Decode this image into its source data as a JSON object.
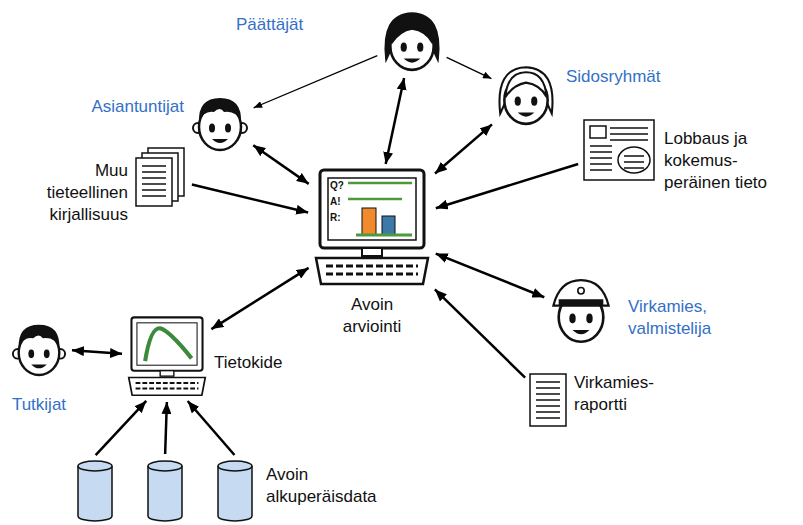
{
  "diagram": {
    "nodes": [
      {
        "text": [
          "Päättäjät"
        ]
      },
      {
        "text": [
          "Asiantuntijat"
        ]
      },
      {
        "text": [
          "Sidosryhmät"
        ]
      },
      {
        "text": [
          "Muu tieteellinen kirjallisuus"
        ]
      },
      {
        "text": [
          "Lobbaus ja kokemus-peräinen tieto"
        ]
      },
      {
        "text": [
          "Avoin arviointi"
        ]
      },
      {
        "text": [
          "Virkamies, valmistelija"
        ]
      },
      {
        "text": [
          "Tutkijat"
        ]
      },
      {
        "text": [
          "Tietokide"
        ]
      },
      {
        "text": [
          "Virkamies-raportti"
        ]
      },
      {
        "text": [
          "Avoin alkuperäisdata"
        ]
      }
    ],
    "edges": [
      {
        "from": 0,
        "to": 5,
        "arrow": "both"
      },
      {
        "from": 0,
        "to": 1,
        "arrow": "to"
      },
      {
        "from": 0,
        "to": 2,
        "arrow": "to"
      },
      {
        "from": 1,
        "to": 5,
        "arrow": "both"
      },
      {
        "from": 3,
        "to": 5,
        "arrow": "to"
      },
      {
        "from": 2,
        "to": 5,
        "arrow": "both"
      },
      {
        "from": 4,
        "to": 5,
        "arrow": "to"
      },
      {
        "from": 5,
        "to": 6,
        "arrow": "both"
      },
      {
        "from": 9,
        "to": 5,
        "arrow": "to"
      },
      {
        "from": 8,
        "to": 5,
        "arrow": "both"
      },
      {
        "from": 7,
        "to": 8,
        "arrow": "both"
      },
      {
        "from": 10,
        "to": 8,
        "arrow": "to"
      },
      {
        "from": 10,
        "to": 8,
        "arrow": "to"
      },
      {
        "from": 10,
        "to": 8,
        "arrow": "to"
      }
    ],
    "labels": [
      "Q?",
      "A!",
      "R:"
    ]
  }
}
